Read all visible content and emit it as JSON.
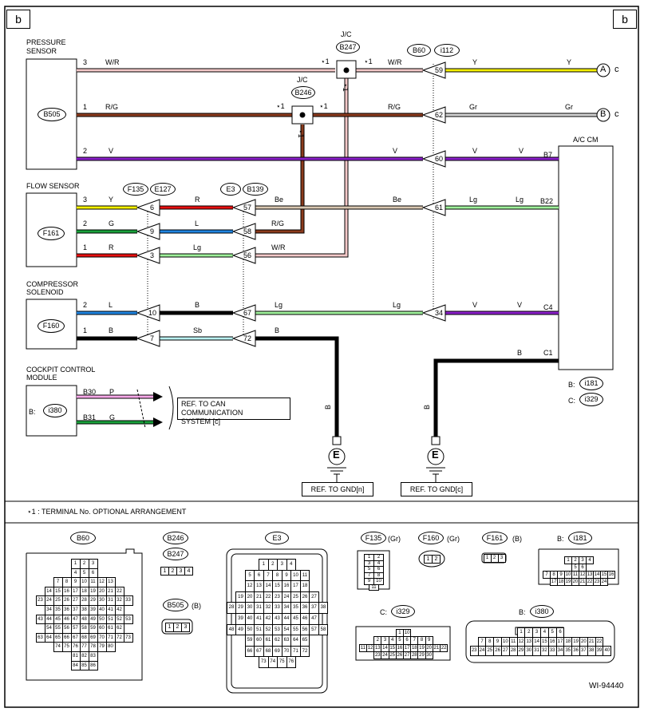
{
  "page_marker": "b",
  "diagram_id": "WI-94440",
  "note": "⋆1 : TERMINAL No. OPTIONAL ARRANGEMENT",
  "star": "⋆1",
  "components": {
    "pressure_sensor": {
      "name_line1": "PRESSURE",
      "name_line2": "SENSOR",
      "connector": "B505"
    },
    "flow_sensor": {
      "name": "FLOW SENSOR",
      "connector": "F161"
    },
    "compressor_solenoid": {
      "name_line1": "COMPRESSOR",
      "name_line2": "SOLENOID",
      "connector": "F160"
    },
    "cockpit_control_module": {
      "name_line1": "COCKPIT CONTROL",
      "name_line2": "MODULE",
      "connector_prefix": "B:",
      "connector": "i380",
      "pin_b30": "B30",
      "pin_b31": "B31"
    },
    "ac_cm": {
      "name": "A/C CM",
      "conn_b_prefix": "B:",
      "conn_b": "i181",
      "conn_c_prefix": "C:",
      "conn_c": "i329",
      "pins": [
        "B7",
        "B22",
        "C4",
        "C1"
      ]
    }
  },
  "junctions": {
    "jc1": {
      "label": "J/C",
      "connector": "B247"
    },
    "jc2": {
      "label": "J/C",
      "connector": "B246"
    }
  },
  "connectors_inline": [
    "F135",
    "E127",
    "E3",
    "B139",
    "B60",
    "i112"
  ],
  "wires": {
    "w1": {
      "pin": "3",
      "c1": "W/R",
      "c2": "W/R",
      "term": "59",
      "c3": "Y",
      "c4": "Y",
      "dest": "A",
      "dest_suffix": "c"
    },
    "w2": {
      "pin": "1",
      "c1": "R/G",
      "c2": "R/G",
      "term": "62",
      "c3": "Gr",
      "c4": "Gr",
      "dest": "B",
      "dest_suffix": "c"
    },
    "w3": {
      "pin": "2",
      "c1": "V",
      "c2": "V",
      "term": "60",
      "c3": "V",
      "c4": "V"
    },
    "f1": {
      "pin": "3",
      "c1": "Y",
      "t1": "6",
      "c2": "R",
      "t2": "57",
      "c3": "Be",
      "c4": "Be",
      "t3": "61",
      "c5": "Lg",
      "c6": "Lg"
    },
    "f2": {
      "pin": "2",
      "c1": "G",
      "t1": "9",
      "c2": "L",
      "t2": "58",
      "c3": "R/G"
    },
    "f3": {
      "pin": "1",
      "c1": "R",
      "t1": "3",
      "c2": "Lg",
      "t2": "56",
      "c3": "W/R"
    },
    "s1": {
      "pin": "2",
      "c1": "L",
      "t1": "10",
      "c2": "B",
      "t2": "67",
      "c3": "Lg",
      "c4": "Lg",
      "t3": "34",
      "c5": "V",
      "c6": "V"
    },
    "s2": {
      "pin": "1",
      "c1": "B",
      "t1": "7",
      "c2": "Sb",
      "t2": "72",
      "c3": "B"
    },
    "c1": {
      "c": "P"
    },
    "c2": {
      "c": "G"
    },
    "gnd1": {
      "c": "B",
      "label": "E",
      "ref": "REF. TO GND[n]"
    },
    "gnd2": {
      "c": "B",
      "c_top": "B",
      "label": "E",
      "ref": "REF. TO GND[c]"
    }
  },
  "can_ref": {
    "line1": "REF. TO CAN COMMUNICATION",
    "line2": "SYSTEM [c]"
  },
  "colors": {
    "W/R": "#f3c8c8",
    "R/G": "#8b3a1c",
    "V": "#8a1fc9",
    "Y": "#f5f000",
    "G": "#19a03a",
    "R": "#e60f0f",
    "L": "#1f84e0",
    "B": "#000000",
    "Lg": "#9ef09a",
    "Be": "#d8c6b0",
    "Gr": "#d2d2d2",
    "Sb": "#b8f0f0",
    "P": "#f7a8e8"
  },
  "connector_views": {
    "B60": {
      "title": "B60",
      "rows": [
        [
          "1",
          "2",
          "3"
        ],
        [
          "4",
          "5",
          "6"
        ],
        [
          "7",
          "8",
          "9",
          "10",
          "11",
          "12",
          "13"
        ],
        [
          "14",
          "15",
          "16",
          "17",
          "18",
          "19",
          "20",
          "21",
          "22"
        ],
        [
          "23",
          "24",
          "25",
          "26",
          "27",
          "28",
          "29",
          "30",
          "31",
          "32",
          "33"
        ],
        [
          "34",
          "35",
          "36",
          "37",
          "38",
          "39",
          "40",
          "41",
          "42"
        ],
        [
          "43",
          "44",
          "45",
          "46",
          "47",
          "48",
          "49",
          "50",
          "51",
          "52",
          "53"
        ],
        [
          "54",
          "55",
          "56",
          "57",
          "58",
          "59",
          "60",
          "61",
          "62"
        ],
        [
          "63",
          "64",
          "65",
          "66",
          "67",
          "68",
          "69",
          "70",
          "71",
          "72",
          "73"
        ],
        [
          "74",
          "75",
          "76",
          "77",
          "78",
          "79",
          "80"
        ],
        [
          "81",
          "82",
          "83"
        ],
        [
          "84",
          "85",
          "86"
        ]
      ]
    },
    "B246": {
      "title1": "B246",
      "title2": "B247",
      "pins": [
        "1",
        "2",
        "3",
        "4"
      ]
    },
    "B505": {
      "title": "B505",
      "suffix": "(B)",
      "pins": [
        "1",
        "2",
        "3"
      ]
    },
    "E3": {
      "title": "E3",
      "rows": [
        [
          "1",
          "2",
          "3",
          "4"
        ],
        [
          "5",
          "6",
          "7",
          "8",
          "9",
          "10",
          "11"
        ],
        [
          "12",
          "13",
          "14",
          "15",
          "16",
          "17",
          "18"
        ],
        [
          "19",
          "20",
          "21",
          "22",
          "23",
          "24",
          "25",
          "26",
          "27"
        ],
        [
          "28",
          "29",
          "30",
          "31",
          "32",
          "33",
          "34",
          "35",
          "36",
          "37",
          "38"
        ],
        [
          "39",
          "40",
          "41",
          "42",
          "43",
          "44",
          "45",
          "46",
          "47"
        ],
        [
          "48",
          "49",
          "50",
          "51",
          "52",
          "53",
          "54",
          "55",
          "56",
          "57",
          "58"
        ],
        [
          "59",
          "60",
          "61",
          "62",
          "63",
          "64",
          "65"
        ],
        [
          "66",
          "67",
          "68",
          "69",
          "70",
          "71",
          "72"
        ],
        [
          "73",
          "74",
          "75",
          "76"
        ]
      ]
    },
    "F135": {
      "title": "F135",
      "suffix": "(Gr)",
      "pins": [
        [
          "1",
          "2"
        ],
        [
          "3",
          "4"
        ],
        [
          "5",
          "6"
        ],
        [
          "7",
          "8"
        ],
        [
          "9",
          "10"
        ],
        [
          "11"
        ]
      ]
    },
    "F160": {
      "title": "F160",
      "suffix": "(Gr)",
      "pins": [
        "1",
        "2"
      ]
    },
    "F161": {
      "title": "F161",
      "suffix": "(B)",
      "pins": [
        "1",
        "2",
        "3"
      ]
    },
    "i181": {
      "prefix": "B:",
      "title": "i181",
      "rows": [
        [
          "1",
          "2",
          "3",
          "4"
        ],
        [
          "5",
          "6"
        ],
        [
          "7",
          "8",
          "9",
          "10",
          "11",
          "12",
          "13",
          "14",
          "15",
          "16"
        ],
        [
          "17",
          "18",
          "19",
          "20",
          "21",
          "22",
          "23",
          "24"
        ]
      ]
    },
    "i329": {
      "prefix": "C:",
      "title": "i329",
      "rows": [
        [
          "1",
          "10"
        ],
        [
          "2",
          "3",
          "4",
          "5",
          "6",
          "7",
          "8",
          "9"
        ],
        [
          "11",
          "12",
          "13",
          "14",
          "15",
          "16",
          "17",
          "18",
          "19",
          "20",
          "21",
          "22"
        ],
        [
          "23",
          "24",
          "25",
          "26",
          "27",
          "28",
          "29",
          "30"
        ]
      ]
    },
    "i380": {
      "prefix": "B:",
      "title": "i380",
      "rows": [
        [
          "1",
          "2",
          "3",
          "4",
          "5",
          "6"
        ],
        [
          "7",
          "8",
          "9",
          "10",
          "11",
          "12",
          "13",
          "14",
          "15",
          "16",
          "17",
          "18",
          "19",
          "20",
          "21",
          "22"
        ],
        [
          "23",
          "24",
          "25",
          "26",
          "27",
          "28",
          "29",
          "30",
          "31",
          "32",
          "33",
          "34",
          "35",
          "36",
          "37",
          "38",
          "39",
          "40"
        ]
      ]
    }
  }
}
